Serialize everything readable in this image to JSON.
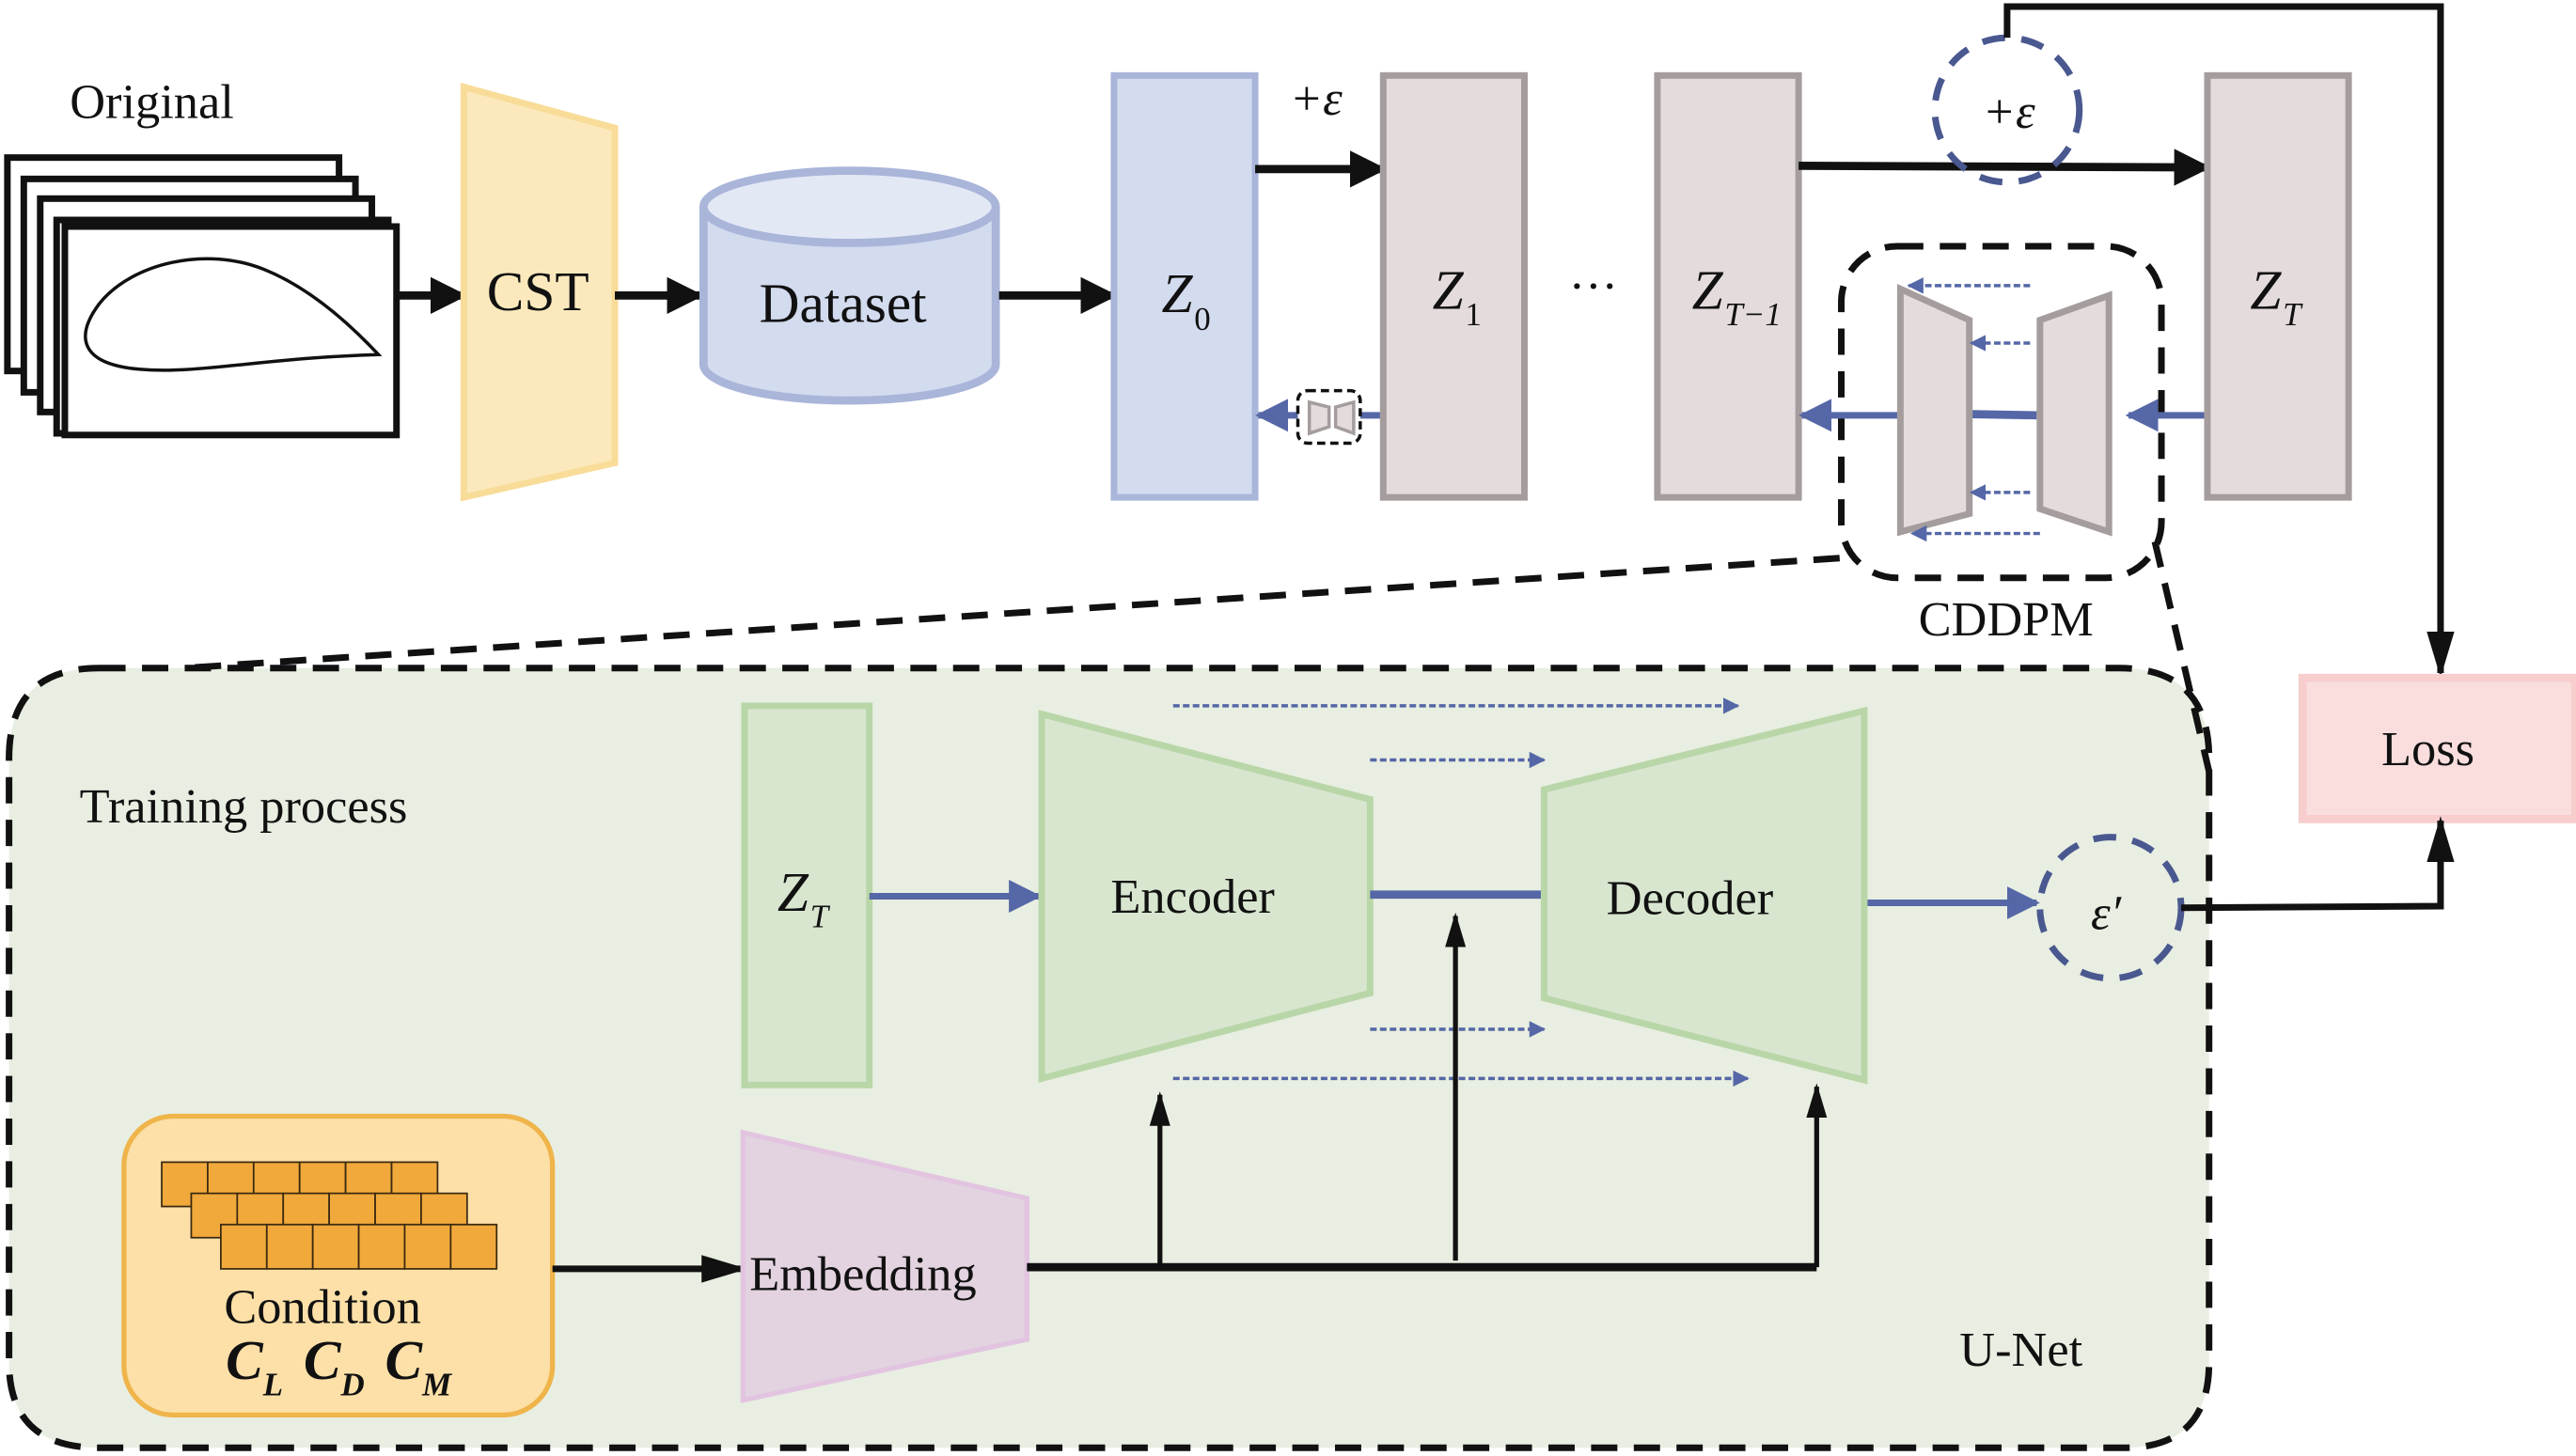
{
  "title": "CDDPM airfoil generation framework",
  "labels": {
    "original": "Original",
    "cst": "CST",
    "dataset": "Dataset",
    "plus_eps": "+ε",
    "ellipsis": "···",
    "z_letter": "Z",
    "z0_sub": "0",
    "z1_sub": "1",
    "zt1_sub": "T−1",
    "zt_sub": "T",
    "cddpm": "CDDPM",
    "loss": "Loss",
    "training_process": "Training process",
    "encoder": "Encoder",
    "decoder": "Decoder",
    "eps_prime": "ε′",
    "embedding": "Embedding",
    "unet": "U-Net",
    "condition": "Condition",
    "c_letter": "C",
    "cl_sub": "L",
    "cd_sub": "D",
    "cm_sub": "M"
  },
  "colors": {
    "cst_fill": "#fbe9bd",
    "cst_stroke": "#f8dc98",
    "dataset_fill": "#d3dbef",
    "dataset_stroke": "#a9b5d9",
    "z0_fill": "#d3dbef",
    "z0_stroke": "#a9b5d9",
    "z_fill": "#e4dcdc",
    "z_stroke": "#a59d9d",
    "train_bg": "#e8eee1",
    "green_fill": "#d8e6d0",
    "green_stroke": "#b9d6a8",
    "embed_fill": "#e3d2e0",
    "embed_stroke": "#e2c4e0",
    "cond_fill": "#fde0a8",
    "cond_stroke": "#efb44a",
    "cond_cell": "#f1a93c",
    "loss_fill": "#fadede",
    "loss_stroke": "#f7cdcd",
    "arrow_blue": "#5567a6",
    "circle_dash": "#4a5890"
  }
}
